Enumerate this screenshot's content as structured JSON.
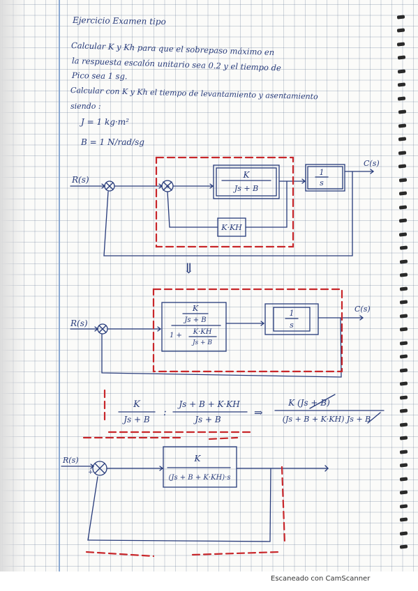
{
  "notes": {
    "title": "Ejercicio Examen tipo",
    "statement_line1": "Calcular K y Kh para que el sobrepaso máximo en",
    "statement_line2": "la respuesta escalón unitario sea 0.2 y el tiempo de",
    "statement_line3": "Pico sea 1 sg.",
    "question_line1": "Calcular con K y Kh el tiempo de levantamiento y asentamiento",
    "question_line2": "siendo :",
    "param_inertia": "J = 1 kg·m²",
    "param_damping": "B = 1 N/rad/sg"
  },
  "diagram1": {
    "input": "R(s)",
    "output": "C(s)",
    "block_forward_num": "K",
    "block_forward_den": "Js + B",
    "block_integrator_num": "1",
    "block_integrator_den": "s",
    "block_feedback": "K·KH",
    "sum_sign": "+",
    "arrow": "⇓"
  },
  "diagram2": {
    "input": "R(s)",
    "output": "C(s)",
    "block_top_num": "K",
    "block_top_den": "Js + B",
    "block_bottom_prefix": "1 +",
    "block_bottom_num": "K·KH",
    "block_bottom_den": "Js + B",
    "block_integrator_num": "1",
    "block_integrator_den": "s"
  },
  "equation": {
    "lhs_num": "K",
    "lhs_den": "Js + B",
    "colon": ":",
    "mid_num": "Js + B + K·KH",
    "mid_den": "Js + B",
    "implies": "⇒",
    "rhs_num": "K (Js + B)",
    "rhs_den": "(Js + B + K·KH) Js + B"
  },
  "diagram3": {
    "input": "R(s)",
    "sum_sign": "+",
    "block_num": "K",
    "block_den": "(Js + B + K·KH)·s"
  },
  "footer": {
    "scanner_label": "Escaneado con CamScanner"
  },
  "colors": {
    "ink": "#263a7a",
    "red_marker": "#c8262a",
    "margin_line": "#6f95c9"
  }
}
